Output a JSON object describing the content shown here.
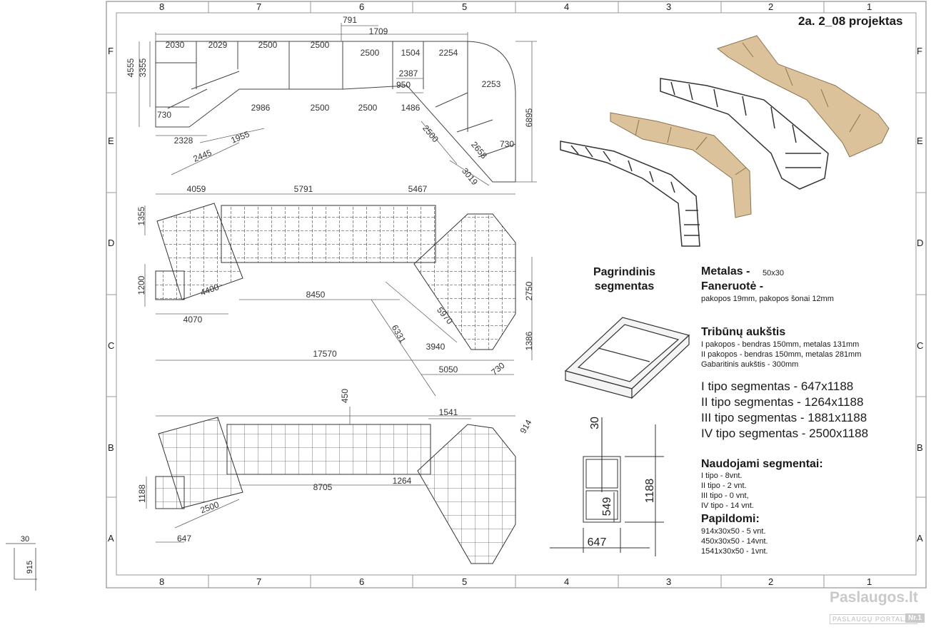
{
  "title": "2a. 2_08 projektas",
  "zone_cols": [
    "8",
    "7",
    "6",
    "5",
    "4",
    "3",
    "2",
    "1"
  ],
  "zone_rows": [
    "F",
    "E",
    "D",
    "C",
    "B",
    "A"
  ],
  "top_plan_dims": [
    "791",
    "1709",
    "2030",
    "2029",
    "2500",
    "2500",
    "2500",
    "1504",
    "2254",
    "2387",
    "950",
    "2253",
    "4555",
    "3355",
    "730",
    "2986",
    "2500",
    "2500",
    "1486",
    "6895",
    "2328",
    "1955",
    "2445",
    "2500",
    "2658",
    "730",
    "3019"
  ],
  "middle_plan_dims": [
    "4059",
    "5791",
    "5467",
    "1355",
    "1200",
    "4400",
    "8450",
    "2750",
    "4070",
    "6331",
    "5970",
    "3940",
    "1386",
    "17570",
    "5050",
    "730"
  ],
  "bottom_plan_dims": [
    "450",
    "1541",
    "914",
    "1188",
    "8705",
    "1264",
    "2500",
    "647"
  ],
  "main_segment": {
    "label": "Pagrindinis segmentas"
  },
  "section_dims": [
    "30",
    "549",
    "1188",
    "647"
  ],
  "specs": {
    "metal_label": "Metalas -",
    "metal_value": "50x30",
    "plywood_label": "Faneruotė -",
    "plywood_value": "pakopos 19mm, pakopos šonai 12mm",
    "height_title": "Tribūnų aukštis",
    "height_lines": [
      "I pakopos - bendras 150mm, metalas 131mm",
      "II pakopos - bendras 150mm, metalas 281mm",
      "Gabaritinis aukštis - 300mm"
    ],
    "segment_types": [
      "I tipo segmentas - 647x1188",
      "II tipo segmentas - 1264x1188",
      "III tipo segmentas - 1881x1188",
      "IV tipo segmentas - 2500x1188"
    ],
    "used_title": "Naudojami segmentai:",
    "used_lines": [
      "I tipo - 8vnt.",
      "II tipo - 2 vnt.",
      "III tipo - 0 vnt,",
      "IV tipo - 14 vnt."
    ],
    "extra_title": "Papildomi:",
    "extra_lines": [
      "914x30x50 - 5 vnt.",
      "450x30x50 - 14vnt.",
      "1541x30x50 - 1vnt."
    ]
  },
  "side_dims": [
    "30",
    "915"
  ],
  "watermark": {
    "brand": "Paslaugos.lt",
    "sub": "PASLAUGŲ PORTALAS",
    "badge": "Nr.1"
  }
}
